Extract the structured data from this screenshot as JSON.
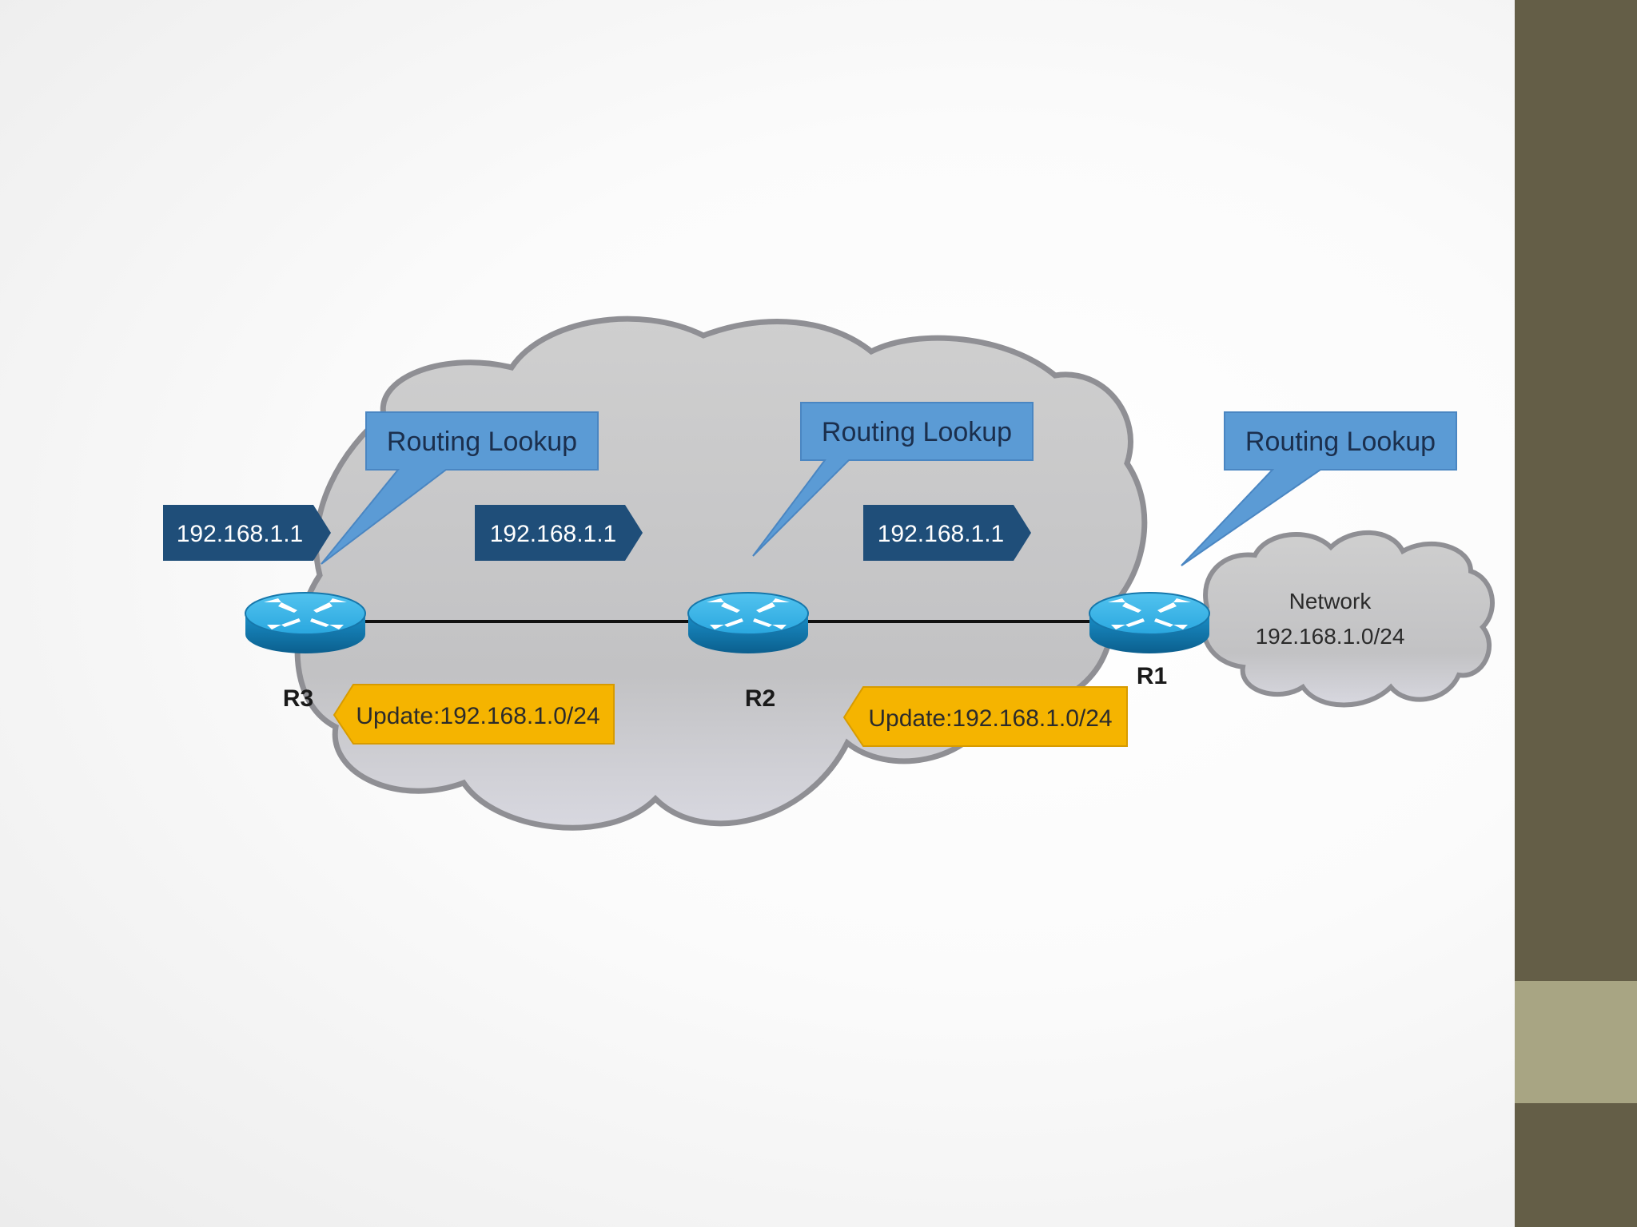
{
  "diagram": {
    "callouts": [
      {
        "id": "r3",
        "text": "Routing Lookup"
      },
      {
        "id": "r2",
        "text": "Routing Lookup"
      },
      {
        "id": "r1",
        "text": "Routing Lookup"
      }
    ],
    "packets": [
      {
        "text": "192.168.1.1"
      },
      {
        "text": "192.168.1.1"
      },
      {
        "text": "192.168.1.1"
      }
    ],
    "updates": [
      {
        "text": "Update:192.168.1.0/24"
      },
      {
        "text": "Update:192.168.1.0/24"
      }
    ],
    "routers": [
      {
        "label": "R3"
      },
      {
        "label": "R2"
      },
      {
        "label": "R1"
      }
    ],
    "network": {
      "line1": "Network",
      "line2": "192.168.1.0/24"
    }
  },
  "colors": {
    "callout_fill": "#5b9bd5",
    "packet_fill": "#1f4e79",
    "update_fill": "#f5b400",
    "cloud_fill": "#c9c9c9",
    "router_fill": "#1a8fc8",
    "slide_bar": "#645e47",
    "slide_bar_accent": "#a8a583"
  }
}
